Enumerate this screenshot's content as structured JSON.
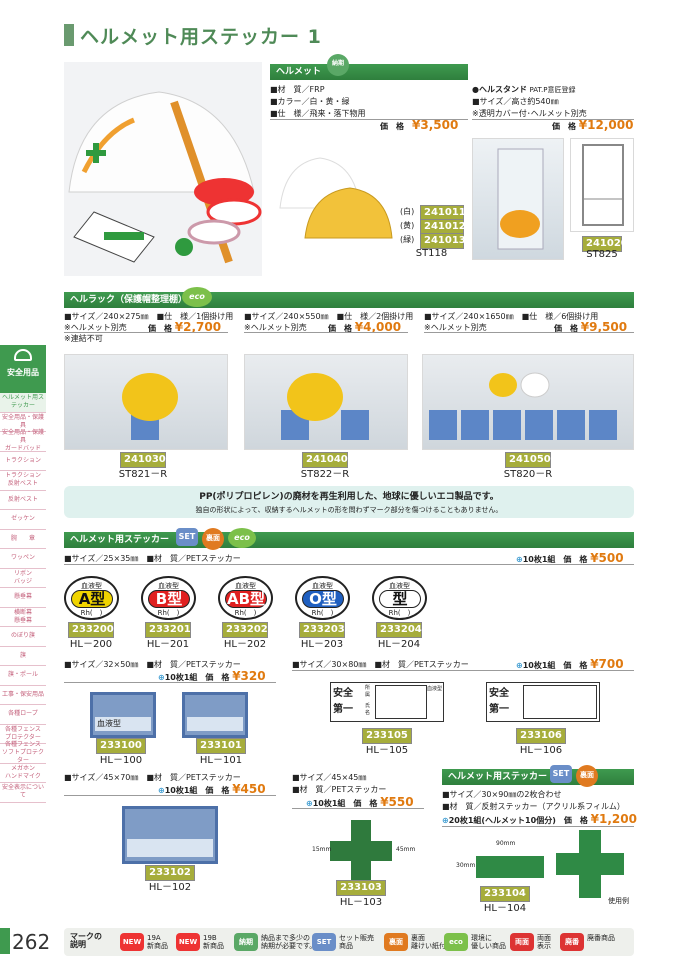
{
  "page": {
    "title": "ヘルメット用ステッカー 1",
    "number": "262"
  },
  "helmet": {
    "band": "ヘルメット",
    "badge": "納期",
    "spec1": "■材　質／FRP",
    "spec2": "■カラー／白・黄・緑",
    "spec3": "■仕　様／飛来・落下物用",
    "price_label": "価　格",
    "price": "¥3,500",
    "variants": [
      {
        "label": "(白)",
        "code": "241011"
      },
      {
        "label": "(黄)",
        "code": "241012"
      },
      {
        "label": "(緑)",
        "code": "241013"
      }
    ],
    "model": "ST118"
  },
  "stand": {
    "spec1": "●ヘルスタンド",
    "spec1b": "PAT.P意匠登録",
    "spec2": "■サイズ／高さ約540㎜",
    "spec3": "※透明カバー付･ヘルメット別売",
    "price_label": "価　格",
    "price": "¥12,000",
    "code": "241020",
    "model": "ST825"
  },
  "rack": {
    "band": "ヘルラック（保護帽整理棚）",
    "badge": "eco",
    "items": [
      {
        "spec": "■サイズ／240×275㎜　■仕　様／1個掛け用",
        "note": "※ヘルメット別売",
        "note2": "※連結不可",
        "price_label": "価　格",
        "price": "¥2,700",
        "code": "241030",
        "model": "ST821－R"
      },
      {
        "spec": "■サイズ／240×550㎜　■仕　様／2個掛け用",
        "note": "※ヘルメット別売",
        "note2": "",
        "price_label": "価　格",
        "price": "¥4,000",
        "code": "241040",
        "model": "ST822－R"
      },
      {
        "spec": "■サイズ／240×1650㎜　■仕　様／6個掛け用",
        "note": "※ヘルメット別売",
        "note2": "",
        "price_label": "価　格",
        "price": "¥9,500",
        "code": "241050",
        "model": "ST820－R"
      }
    ]
  },
  "eco_banner": {
    "line1": "PP(ポリプロピレン)の廃材を再生利用した、地球に優しいエコ製品です。",
    "line2": "独自の形状によって、収納するヘルメットの形を問わずマーク部分を傷つけることもありません。"
  },
  "sticker": {
    "band": "ヘルメット用ステッカー",
    "badges": [
      "SET",
      "裏面",
      "eco"
    ],
    "blood": {
      "spec": "■サイズ／25×35㎜　■材　質／PETステッカー",
      "set": "10枚1組",
      "price_label": "価　格",
      "price": "¥500",
      "top": "血液型",
      "rh": "Rh(　)",
      "items": [
        {
          "type": "A",
          "mark": "型",
          "code": "233200",
          "model": "HL－200",
          "color": "#f0d400"
        },
        {
          "type": "B",
          "mark": "型",
          "code": "233201",
          "model": "HL－201",
          "color": "#e02020"
        },
        {
          "type": "AB",
          "mark": "型",
          "code": "233202",
          "model": "HL－202",
          "color": "#e02020"
        },
        {
          "type": "O",
          "mark": "型",
          "code": "233203",
          "model": "HL－203",
          "color": "#1f5fc0"
        },
        {
          "type": "",
          "mark": "型",
          "code": "233204",
          "model": "HL－204",
          "color": "#ffffff"
        }
      ]
    },
    "s32": {
      "spec": "■サイズ／32×50㎜　■材　質／PETステッカー",
      "set": "10枚1組",
      "price_label": "価　格",
      "price": "¥320",
      "label": "血液型",
      "code1": "233100",
      "model1": "HL－100",
      "code2": "233101",
      "model2": "HL－101"
    },
    "s30": {
      "spec": "■サイズ／30×80㎜　■材　質／PETステッカー",
      "set": "10枚1組",
      "price_label": "価　格",
      "price": "¥700",
      "safety": "安全第一",
      "field1": "所属",
      "field2": "氏名",
      "field3": "血液型",
      "code1": "233105",
      "model1": "HL－105",
      "code2": "233106",
      "model2": "HL－106"
    },
    "s45": {
      "spec": "■サイズ／45×70㎜　■材　質／PETステッカー",
      "set": "10枚1組",
      "price_label": "価　格",
      "price": "¥450",
      "code": "233102",
      "model": "HL－102"
    },
    "s45b": {
      "spec1": "■サイズ／45×45㎜",
      "spec2": "■材　質／PETステッカー",
      "set": "10枚1組",
      "price_label": "価　格",
      "price": "¥550",
      "dim1": "15mm",
      "dim2": "45mm",
      "code": "233103",
      "model": "HL－103"
    },
    "cross": {
      "band": "ヘルメット用ステッカー",
      "badges": [
        "SET",
        "裏面"
      ],
      "spec1": "■サイズ／30×90㎜の2枚合わせ",
      "spec2": "■材　質／反射ステッカー（アクリル系フィルム）",
      "set": "20枚1組(ヘルメット10個分)",
      "price_label": "価　格",
      "price": "¥1,200",
      "dim1": "90mm",
      "dim2": "30mm",
      "code": "233104",
      "model": "HL－104",
      "example": "使用例"
    }
  },
  "sidebar": [
    "安全用品",
    "ヘルメット用ステッカー",
    "安全用品・保護具",
    "安全用品・保護具\nガードバッド",
    "トラクション",
    "トラクション\n反射ベスト",
    "反射ベスト",
    "ゼッケン",
    "腕　　章",
    "ワッペン",
    "リボン\nバッジ",
    "懸垂幕",
    "横断幕\n懸垂幕",
    "のぼり旗",
    "旗",
    "旗・ポール",
    "工事・保安用品",
    "各種ロープ",
    "各種フェンス\nプロテクター",
    "各種フェンス\nソフトプロテクター",
    "メガホン\nハンドマイク",
    "安全表示について"
  ],
  "legend": {
    "title": "マークの\n説明",
    "items": [
      {
        "badge": "NEW",
        "text": "19A\n新商品"
      },
      {
        "badge": "NEW",
        "text": "19B\n新商品"
      },
      {
        "badge": "納期",
        "text": "納品まで多少の\n納期が必要です。"
      },
      {
        "badge": "SET",
        "text": "セット販売\n商品"
      },
      {
        "badge": "裏面",
        "text": "裏面\n離けい紙付"
      },
      {
        "badge": "eco",
        "text": "環境に\n優しい商品"
      },
      {
        "badge": "両面",
        "text": "両面\n表示"
      },
      {
        "badge": "廃番",
        "text": "廃番商品"
      }
    ]
  }
}
